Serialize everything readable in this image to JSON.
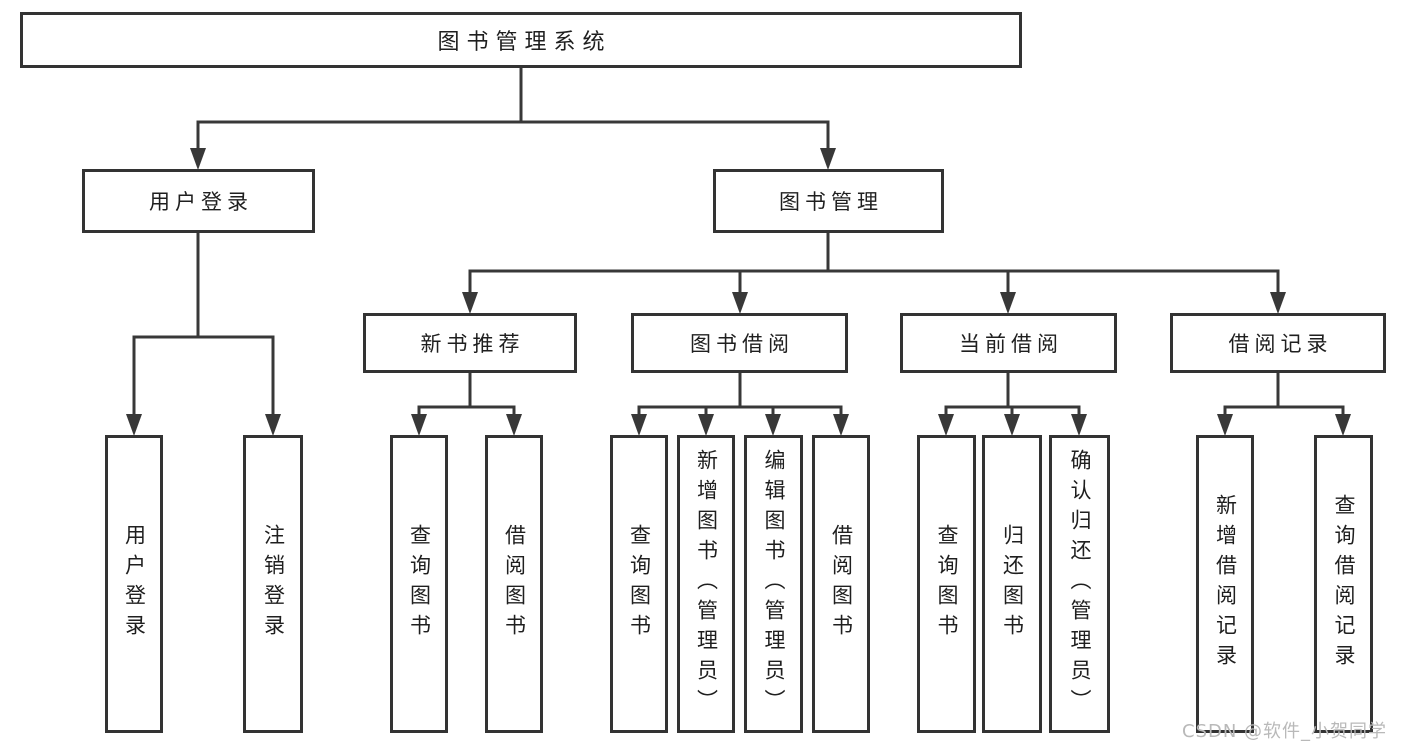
{
  "diagram": {
    "root": "图书管理系统",
    "branches": [
      {
        "label": "用户登录",
        "children": [
          "用户登录",
          "注销登录"
        ]
      },
      {
        "label": "图书管理",
        "groups": [
          {
            "label": "新书推荐",
            "children": [
              "查询图书",
              "借阅图书"
            ]
          },
          {
            "label": "图书借阅",
            "children": [
              "查询图书",
              "新增图书（管理员）",
              "编辑图书（管理员）",
              "借阅图书"
            ]
          },
          {
            "label": "当前借阅",
            "children": [
              "查询图书",
              "归还图书",
              "确认归还（管理员）"
            ]
          },
          {
            "label": "借阅记录",
            "children": [
              "新增借阅记录",
              "查询借阅记录"
            ]
          }
        ]
      }
    ]
  },
  "watermark": "CSDN @软件_小贺同学",
  "colors": {
    "line": "#383838",
    "box_border": "#333333",
    "text": "#1f1f1f",
    "watermark": "#b9b9b9",
    "background": "#ffffff"
  }
}
